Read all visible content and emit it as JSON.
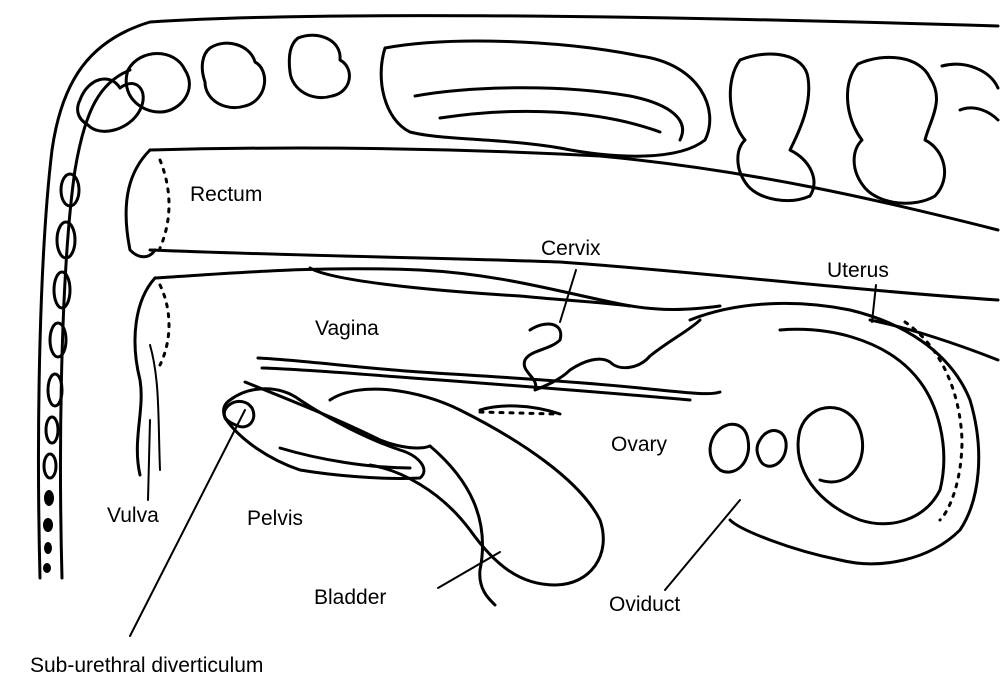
{
  "labels": {
    "rectum": "Rectum",
    "cervix": "Cervix",
    "uterus": "Uterus",
    "vagina": "Vagina",
    "ovary": "Ovary",
    "vulva": "Vulva",
    "pelvis": "Pelvis",
    "bladder": "Bladder",
    "oviduct": "Oviduct",
    "sub_urethral_diverticulum": "Sub-urethral diverticulum"
  }
}
